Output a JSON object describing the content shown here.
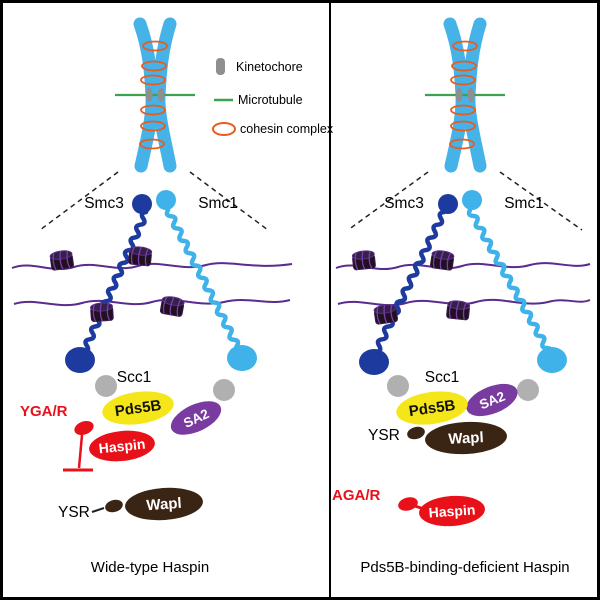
{
  "figure": {
    "legend": {
      "items": [
        {
          "label": "Kinetochore"
        },
        {
          "label": "Microtubule"
        },
        {
          "label": "cohesin complex"
        }
      ]
    },
    "left": {
      "caption": "Wide-type Haspin",
      "smc3": "Smc3",
      "smc1": "Smc1",
      "scc1": "Scc1",
      "pds5b": "Pds5B",
      "sa2": "SA2",
      "haspin": "Haspin",
      "wapl": "Wapl",
      "ysr": "YSR",
      "haspin_motif": "YGA/R"
    },
    "right": {
      "caption": "Pds5B-binding-deficient Haspin",
      "smc3": "Smc3",
      "smc1": "Smc1",
      "scc1": "Scc1",
      "pds5b": "Pds5B",
      "sa2": "SA2",
      "haspin": "Haspin",
      "wapl": "Wapl",
      "ysr": "YSR",
      "haspin_motif": "AGA/R"
    },
    "colors": {
      "smc3_dark_blue": "#1d3a9e",
      "smc1_light_blue": "#3fb3e9",
      "chromosome_blue": "#45b2e8",
      "scc1_gray": "#b0b0b0",
      "pds5b_yellow": "#f5e61a",
      "sa2_purple": "#7a3ba0",
      "haspin_red": "#e8111a",
      "wapl_brown": "#3a2414",
      "microtubule_green": "#3da14e",
      "cohesin_orange": "#e85c1e",
      "kinetochore_gray": "#8f8f8f",
      "dna_purple": "#5b2b8f"
    }
  }
}
